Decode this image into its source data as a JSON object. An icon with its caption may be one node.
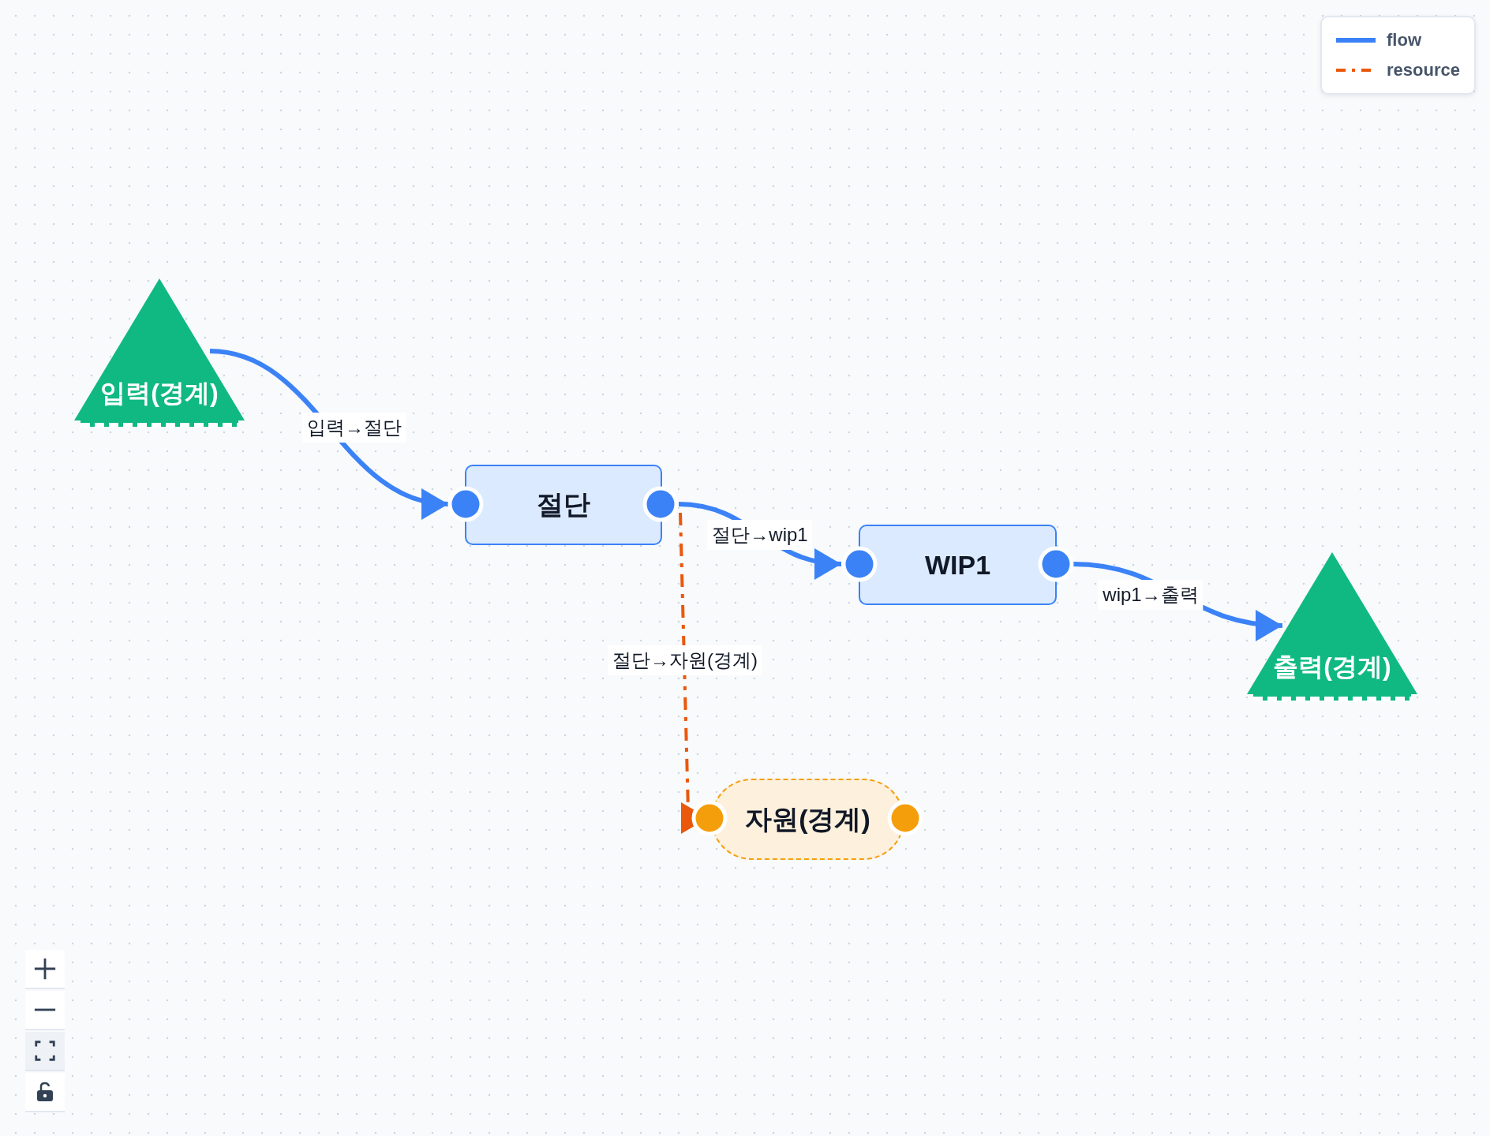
{
  "diagram": {
    "nodes": [
      {
        "text": [
          "입력(경계)"
        ]
      },
      {
        "text": [
          "절단"
        ]
      },
      {
        "text": [
          "WIP1"
        ]
      },
      {
        "text": [
          "출력(경계)"
        ]
      },
      {
        "text": [
          "자원(경계)"
        ]
      }
    ],
    "edges": [
      {
        "from": 0,
        "to": 1,
        "arrow": "to",
        "label": "입력→절단"
      },
      {
        "from": 1,
        "to": 2,
        "arrow": "to",
        "label": "절단→wip1"
      },
      {
        "from": 2,
        "to": 3,
        "arrow": "to",
        "label": "wip1→출력"
      },
      {
        "from": 1,
        "to": 4,
        "arrow": "to",
        "label": "절단→자원(경계)",
        "style": "dashed",
        "color": "#ea580c"
      }
    ],
    "legend": [
      {
        "text": "flow"
      },
      {
        "text": "resource"
      }
    ]
  }
}
